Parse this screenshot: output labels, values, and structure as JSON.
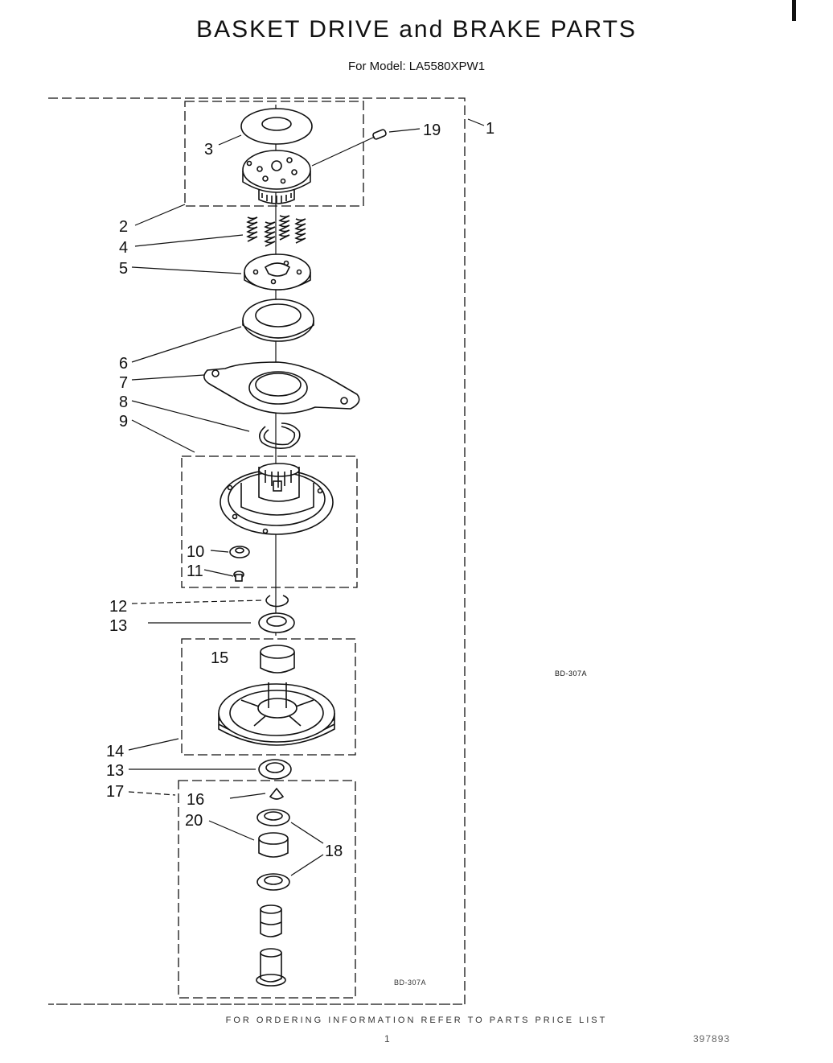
{
  "title": "BASKET DRIVE and BRAKE PARTS",
  "model_line": "For Model: LA5580XPW1",
  "side_code": "BD-307A",
  "inner_code": "BD-307A",
  "footer": "FOR ORDERING INFORMATION REFER TO PARTS PRICE LIST",
  "page_number": "1",
  "doc_number": "397893",
  "callouts": {
    "c1": "1",
    "c2": "2",
    "c3": "3",
    "c4": "4",
    "c5": "5",
    "c6": "6",
    "c7": "7",
    "c8": "8",
    "c9": "9",
    "c10": "10",
    "c11": "11",
    "c12": "12",
    "c13a": "13",
    "c13b": "13",
    "c14": "14",
    "c15": "15",
    "c16": "16",
    "c17": "17",
    "c18": "18",
    "c19": "19",
    "c20": "20"
  }
}
